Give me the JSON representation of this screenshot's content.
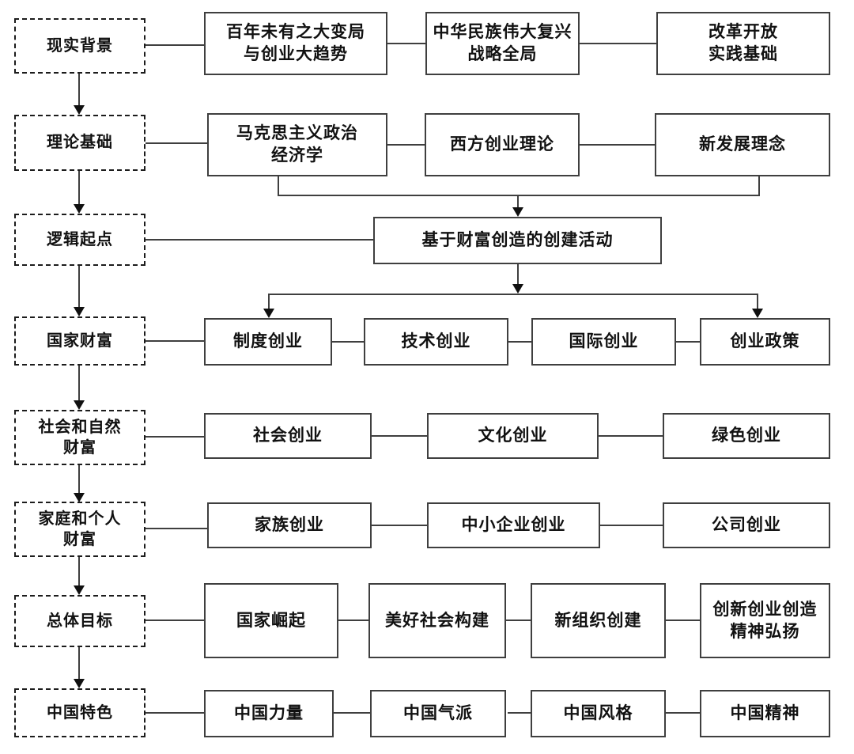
{
  "diagram": {
    "colors": {
      "line": "#3f3f3f",
      "text": "#111111",
      "background": "#ffffff",
      "border_dashed": "#1c1c1c"
    },
    "left_column": {
      "items": [
        {
          "label": "现实背景"
        },
        {
          "label": "理论基础"
        },
        {
          "label": "逻辑起点"
        },
        {
          "label": "国家财富"
        },
        {
          "label": "社会和自然\n财富"
        },
        {
          "label": "家庭和个人\n财富"
        },
        {
          "label": "总体目标"
        },
        {
          "label": "中国特色"
        }
      ]
    },
    "rows": [
      {
        "boxes": [
          {
            "label": "百年未有之大变局\n与创业大趋势"
          },
          {
            "label": "中华民族伟大复兴\n战略全局"
          },
          {
            "label": "改革开放\n实践基础"
          }
        ]
      },
      {
        "boxes": [
          {
            "label": "马克思主义政治\n经济学"
          },
          {
            "label": "西方创业理论"
          },
          {
            "label": "新发展理念"
          }
        ]
      },
      {
        "boxes": [
          {
            "label": "基于财富创造的创建活动"
          }
        ]
      },
      {
        "boxes": [
          {
            "label": "制度创业"
          },
          {
            "label": "技术创业"
          },
          {
            "label": "国际创业"
          },
          {
            "label": "创业政策"
          }
        ]
      },
      {
        "boxes": [
          {
            "label": "社会创业"
          },
          {
            "label": "文化创业"
          },
          {
            "label": "绿色创业"
          }
        ]
      },
      {
        "boxes": [
          {
            "label": "家族创业"
          },
          {
            "label": "中小企业创业"
          },
          {
            "label": "公司创业"
          }
        ]
      },
      {
        "boxes": [
          {
            "label": "国家崛起"
          },
          {
            "label": "美好社会构建"
          },
          {
            "label": "新组织创建"
          },
          {
            "label": "创新创业创造\n精神弘扬"
          }
        ]
      },
      {
        "boxes": [
          {
            "label": "中国力量"
          },
          {
            "label": "中国气派"
          },
          {
            "label": "中国风格"
          },
          {
            "label": "中国精神"
          }
        ]
      }
    ]
  }
}
